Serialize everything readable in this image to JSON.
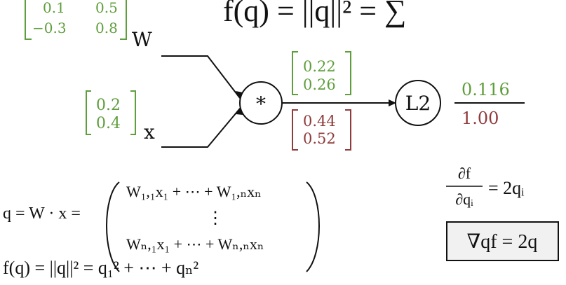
{
  "diagram": {
    "top_matrix": {
      "row1": [
        "0.1",
        "0.5"
      ],
      "row2": [
        "−0.3",
        "0.8"
      ],
      "label": "W",
      "partial_formula_text": "f(q) = ||q||² = ∑"
    },
    "vector_x": {
      "values": [
        "0.2",
        "0.4"
      ],
      "label": "x"
    },
    "multiply_node": {
      "symbol": "*",
      "forward": [
        "0.22",
        "0.26"
      ],
      "backward": [
        "0.44",
        "0.52"
      ]
    },
    "l2_node": {
      "label": "L2",
      "forward": "0.116",
      "backward": "1.00"
    }
  },
  "formulas": {
    "q_eq": "q = W · x =",
    "row1": "W₁,₁x₁ + ⋯ + W₁,ₙxₙ",
    "row2": "⋮",
    "row3": "Wₙ,₁x₁ + ⋯ + Wₙ,ₙxₙ",
    "f_line": "f(q) = ||q||² = q₁² + ⋯ + qₙ²",
    "partial_left": "∂f",
    "partial_denom": "∂qᵢ",
    "partial_rhs": "= 2qᵢ",
    "grad": "∇qf = 2q"
  },
  "colors": {
    "green": "#5f9e3c",
    "red": "#8f3b3b",
    "black": "#111111",
    "box_fill": "#f1f1f1"
  }
}
